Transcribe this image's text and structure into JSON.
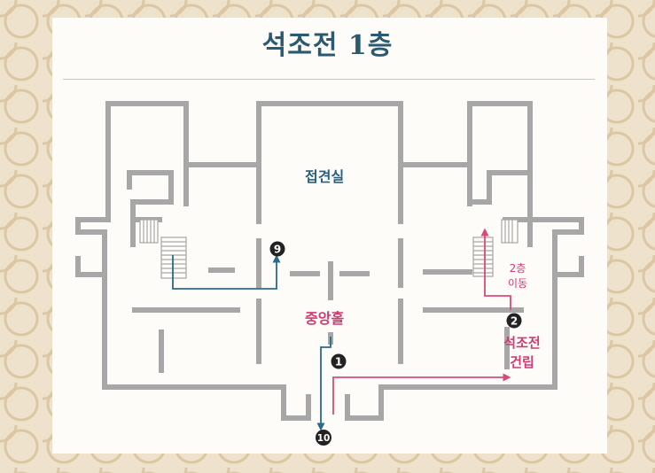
{
  "title": "석조전 1층",
  "rooms": {
    "reception": "접견실",
    "central_hall": "중앙홀",
    "building_line1": "석조전",
    "building_line2": "건립",
    "move_line1": "2층",
    "move_line2": "이동"
  },
  "markers": {
    "m1": "1",
    "m2": "2",
    "m9": "9",
    "m10": "10"
  },
  "colors": {
    "title": "#2b5971",
    "walls": "#a7a7a7",
    "blue_route": "#2b6a88",
    "pink_route": "#d94a7c",
    "marker": "#222222"
  }
}
